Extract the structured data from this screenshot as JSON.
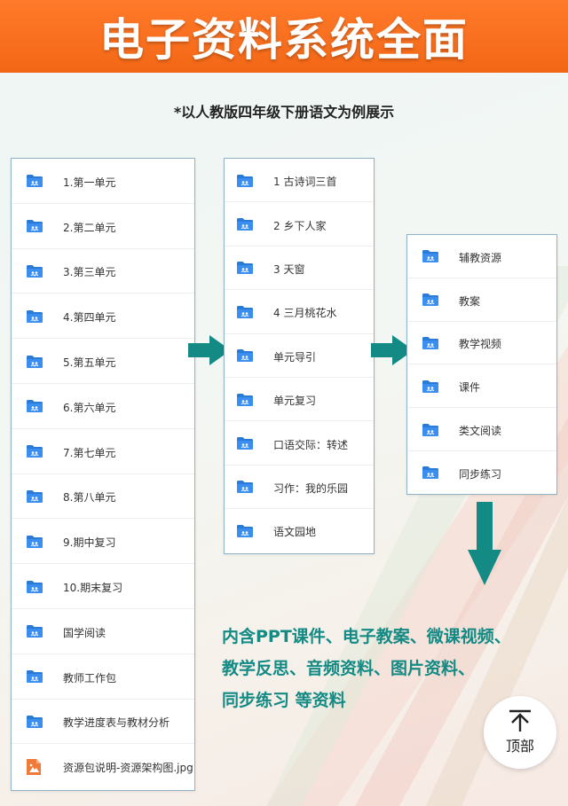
{
  "header": {
    "title": "电子资料系统全面"
  },
  "subtitle": "*以人教版四年级下册语文为例展示",
  "panel1": {
    "items": [
      {
        "label": "1.第一单元",
        "icon": "folder-icon"
      },
      {
        "label": "2.第二单元",
        "icon": "folder-icon"
      },
      {
        "label": "3.第三单元",
        "icon": "folder-icon"
      },
      {
        "label": "4.第四单元",
        "icon": "folder-icon"
      },
      {
        "label": "5.第五单元",
        "icon": "folder-icon"
      },
      {
        "label": "6.第六单元",
        "icon": "folder-icon"
      },
      {
        "label": "7.第七单元",
        "icon": "folder-icon"
      },
      {
        "label": "8.第八单元",
        "icon": "folder-icon"
      },
      {
        "label": "9.期中复习",
        "icon": "folder-icon"
      },
      {
        "label": "10.期末复习",
        "icon": "folder-icon"
      },
      {
        "label": "国学阅读",
        "icon": "folder-icon"
      },
      {
        "label": "教师工作包",
        "icon": "folder-icon"
      },
      {
        "label": "教学进度表与教材分析",
        "icon": "folder-icon"
      },
      {
        "label": "资源包说明-资源架构图.jpg",
        "icon": "image-file-icon"
      }
    ]
  },
  "panel2": {
    "items": [
      {
        "label": "1 古诗词三首"
      },
      {
        "label": "2 乡下人家"
      },
      {
        "label": "3 天窗"
      },
      {
        "label": "4 三月桃花水"
      },
      {
        "label": "单元导引"
      },
      {
        "label": "单元复习"
      },
      {
        "label": "口语交际：转述"
      },
      {
        "label": "习作：我的乐园"
      },
      {
        "label": "语文园地"
      }
    ]
  },
  "panel3": {
    "items": [
      {
        "label": "辅教资源"
      },
      {
        "label": "教案"
      },
      {
        "label": "教学视频"
      },
      {
        "label": "课件"
      },
      {
        "label": "类文阅读"
      },
      {
        "label": "同步练习"
      }
    ]
  },
  "callout": {
    "line1": "内含PPT课件、电子教案、微课视频、",
    "line2": "教学反思、音频资料、图片资料、",
    "line3": "同步练习 等资料"
  },
  "top_button": {
    "label": "顶部"
  },
  "colors": {
    "header": "#f26716",
    "teal": "#138a84",
    "folder": "#2a7bd6",
    "image_file": "#f07a3a"
  }
}
